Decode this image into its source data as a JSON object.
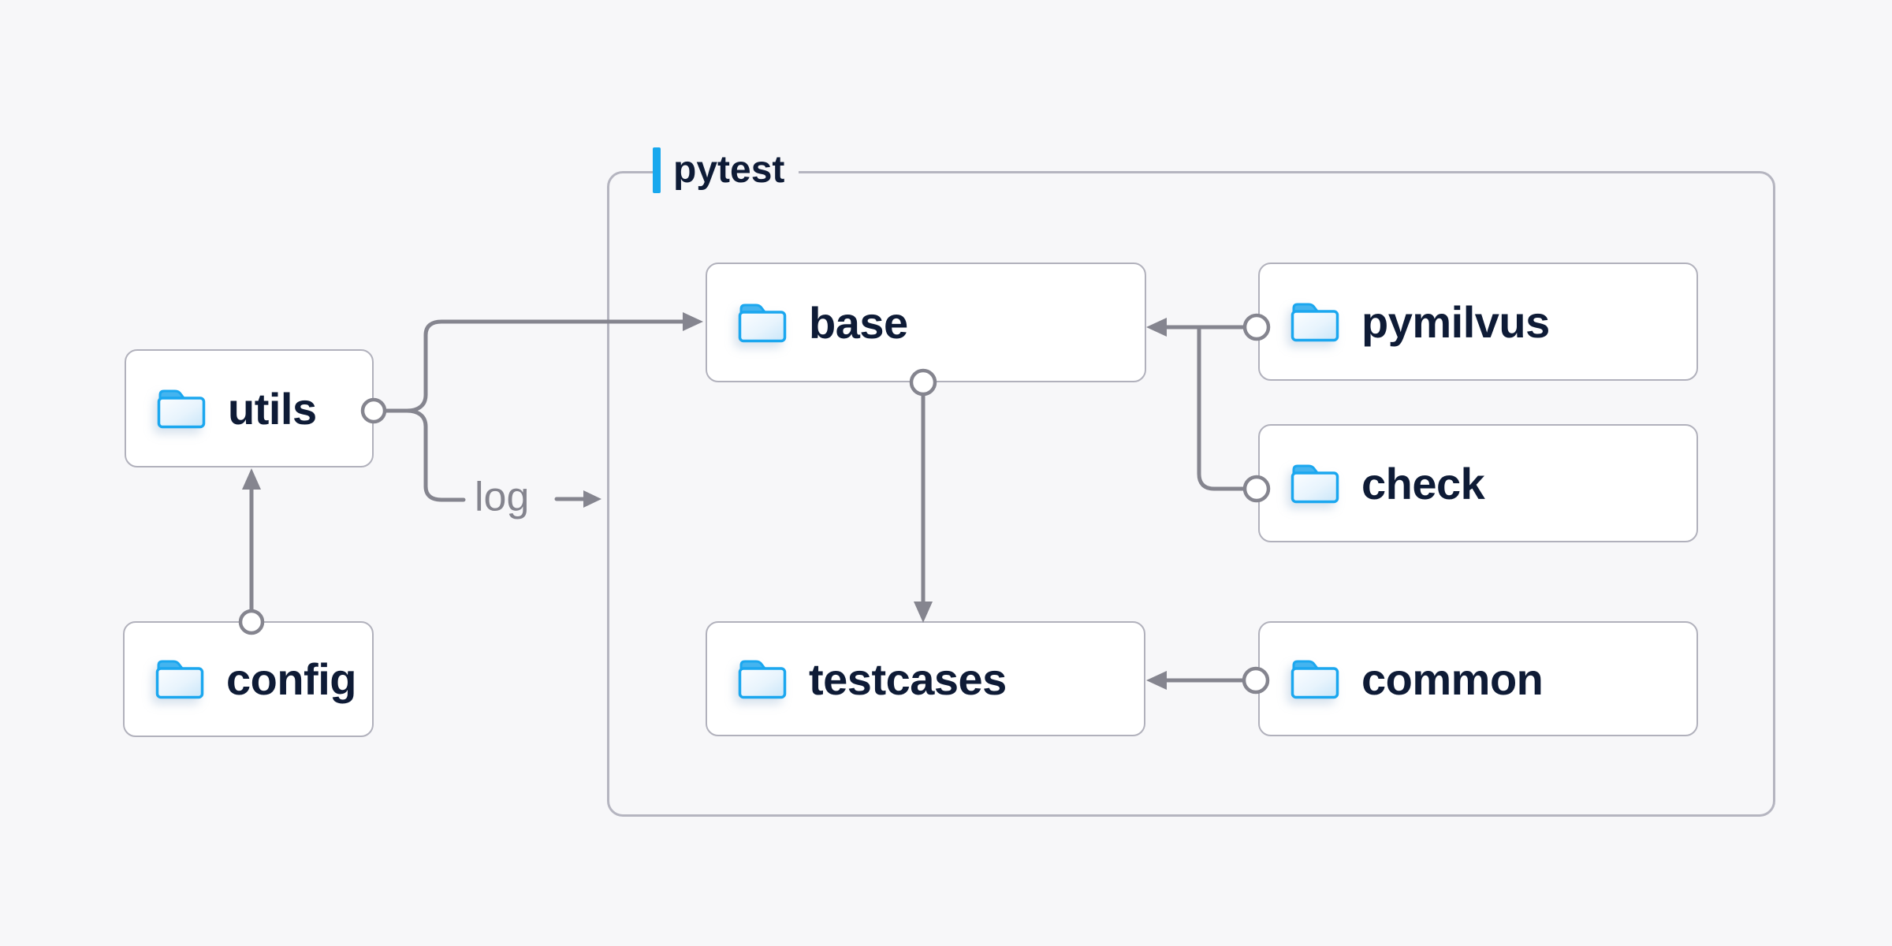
{
  "diagram": {
    "type": "module-dependency-diagram",
    "background": "#f7f7f9",
    "colors": {
      "node_fill": "#ffffff",
      "node_border": "#b1b1bc",
      "group_border": "#b5b5c0",
      "connector": "#85858f",
      "label_text": "#0e1b36",
      "muted_text": "#84848e",
      "accent": "#18a8ee",
      "folder_stroke": "#1ba7ef",
      "folder_tab": "#45b4ef"
    }
  },
  "container": {
    "label": "pytest"
  },
  "nodes": [
    {
      "id": "utils",
      "label": "utils",
      "icon": "folder-icon"
    },
    {
      "id": "config",
      "label": "config",
      "icon": "folder-icon"
    },
    {
      "id": "base",
      "label": "base",
      "icon": "folder-icon"
    },
    {
      "id": "pymilvus",
      "label": "pymilvus",
      "icon": "folder-icon"
    },
    {
      "id": "check",
      "label": "check",
      "icon": "folder-icon"
    },
    {
      "id": "testcases",
      "label": "testcases",
      "icon": "folder-icon"
    },
    {
      "id": "common",
      "label": "common",
      "icon": "folder-icon"
    }
  ],
  "edges": [
    {
      "from": "config",
      "to": "utils",
      "kind": "circle-to-arrow"
    },
    {
      "from": "utils",
      "to": "base",
      "kind": "circle-to-arrow"
    },
    {
      "from": "utils",
      "to": "pytest-group",
      "label": "log",
      "kind": "circle-to-label-arrow"
    },
    {
      "from": "pymilvus",
      "to": "base",
      "kind": "circle-to-arrow"
    },
    {
      "from": "check",
      "to": "base",
      "kind": "circle-merge"
    },
    {
      "from": "base",
      "to": "testcases",
      "kind": "circle-to-arrow"
    },
    {
      "from": "common",
      "to": "testcases",
      "kind": "circle-to-arrow"
    }
  ]
}
